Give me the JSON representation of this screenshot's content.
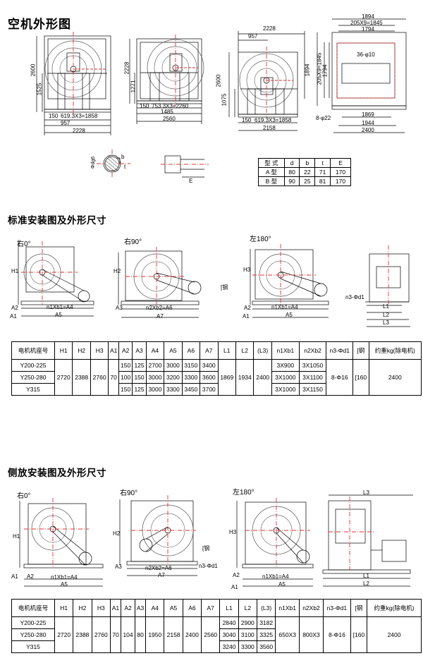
{
  "sections": {
    "outline_title": "空机外形图",
    "standard_title": "标准安装图及外形尺寸",
    "side_title": "侧放安装图及外形尺寸"
  },
  "outline": {
    "fig1": {
      "h": "2600",
      "h2": "1525",
      "b1": "150",
      "b2": "619.3X3=1858",
      "b3": "957",
      "b4": "2228"
    },
    "fig2": {
      "h": "2228",
      "h2": "1271",
      "b1": "150",
      "b2": "753.3X3=2260",
      "b3": "1485",
      "b4": "2560"
    },
    "fig3": {
      "top1": "2228",
      "top2": "957",
      "h": "2600",
      "h2": "1075",
      "b1": "150",
      "b2": "619.3X3=1858",
      "b4": "2158"
    },
    "fig4": {
      "t1": "1894",
      "t2": "205X9=1845",
      "t3": "1794",
      "hole": "36-φ10",
      "v1": "1894",
      "v2": "205X9=1845",
      "v3": "1794",
      "bh": "8-φ22",
      "b1": "1869",
      "b2": "1944",
      "b3": "2400"
    }
  },
  "shaft": {
    "dg6": "Φdg6",
    "b": "b",
    "t": "t",
    "e": "E"
  },
  "small_table": {
    "header": [
      "型 式",
      "d",
      "b",
      "t",
      "E"
    ],
    "rows": [
      [
        "A 型",
        "80",
        "22",
        "71",
        "170"
      ],
      [
        "B 型",
        "90",
        "25",
        "81",
        "170"
      ]
    ]
  },
  "standard_diagrams": {
    "view1": "右0°",
    "view2": "右90°",
    "view3": "左180°",
    "labels": {
      "h1": "H1",
      "h2": "H2",
      "h3": "H3",
      "a1": "A1",
      "a2": "A2",
      "a3": "A3",
      "a4eq1": "n1Xb1=A4",
      "a5": "A5",
      "a6eq": "n2Xb2=A6",
      "a7": "A7",
      "channel": "[钢",
      "n3": "n3-Φd1",
      "l1": "L1",
      "l2": "L2",
      "l3": "L3"
    }
  },
  "standard_table": {
    "header": [
      "电机机座号",
      "H1",
      "H2",
      "H3",
      "A1",
      "A2",
      "A3",
      "A4",
      "A5",
      "A6",
      "A7",
      "L1",
      "L2",
      "(L3)",
      "n1Xb1",
      "n2Xb2",
      "n3-Φd1",
      "[钢",
      "约重kg(除电机)"
    ],
    "models": [
      "Y200-225",
      "Y250-280",
      "Y315"
    ],
    "merged": {
      "H1": "2720",
      "H2": "2388",
      "H3": "2760",
      "A1": "70",
      "L1": "1869",
      "L2": "1934",
      "L3": "2400",
      "n3": "8-Φ16",
      "steel": "[160",
      "weight": "2400"
    },
    "per_row": [
      {
        "A2": "150",
        "A3": "125",
        "A4": "2700",
        "A5": "3000",
        "A6": "3150",
        "A7": "3400",
        "n1": "3X900",
        "n2": "3X1050"
      },
      {
        "A2": "100",
        "A3": "150",
        "A4": "3000",
        "A5": "3200",
        "A6": "3300",
        "A7": "3600",
        "n1": "3X1000",
        "n2": "3X1100"
      },
      {
        "A2": "150",
        "A3": "125",
        "A4": "3000",
        "A5": "3300",
        "A6": "3450",
        "A7": "3700",
        "n1": "3X1000",
        "n2": "3X1150"
      }
    ]
  },
  "side_diagrams": {
    "view1": "右0°",
    "view2": "右90°",
    "view3": "左180°",
    "labels": {
      "h1": "H1",
      "h2": "H2",
      "h3": "H3",
      "a1": "A1",
      "a2": "A2",
      "a3": "A3",
      "a4eq1": "n1Xb1=A4",
      "a5": "A5",
      "a6eq": "n2Xb2=A6",
      "a7": "A7",
      "channel": "[钢",
      "n3": "n3-Φd1",
      "l1": "L1",
      "l2": "L2",
      "l3": "L3"
    }
  },
  "side_table": {
    "header": [
      "电机机座号",
      "H1",
      "H2",
      "H3",
      "A1",
      "A2",
      "A3",
      "A4",
      "A5",
      "A6",
      "A7",
      "L1",
      "L2",
      "(L3)",
      "n1Xb1",
      "n2Xb2",
      "n3-Φd1",
      "[钢",
      "约重kg(除电机)"
    ],
    "models": [
      "Y200-225",
      "Y250-280",
      "Y315"
    ],
    "merged": {
      "H1": "2720",
      "H2": "2388",
      "H3": "2760",
      "A1": "70",
      "A2": "104",
      "A3": "80",
      "A4": "1950",
      "A5": "2158",
      "A6": "2400",
      "A7": "2560",
      "n1": "650X3",
      "n2": "800X3",
      "n3": "8-Φ16",
      "steel": "[160",
      "weight": "2400"
    },
    "per_row": [
      {
        "L1": "2840",
        "L2": "2900",
        "L3": "3182"
      },
      {
        "L1": "3040",
        "L2": "3100",
        "L3": "3325"
      },
      {
        "L1": "3240",
        "L2": "3300",
        "L3": "3560"
      }
    ]
  }
}
